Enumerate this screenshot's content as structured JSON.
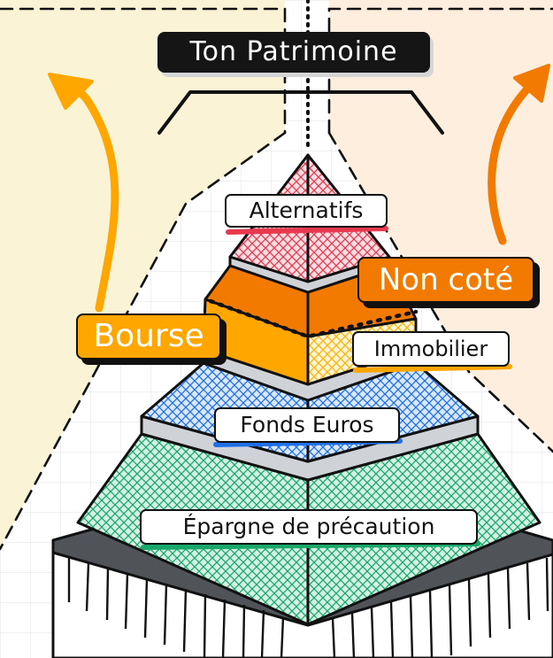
{
  "title": "Ton Patrimoine",
  "levels": {
    "alternatifs": "Alternatifs",
    "non_cote": "Non coté",
    "immobilier": "Immobilier",
    "bourse": "Bourse",
    "fonds_euros": "Fonds Euros",
    "epargne": "Épargne de précaution"
  },
  "colors": {
    "alternatifs": "#e8394f",
    "non_cote": "#f37a00",
    "immobilier": "#ffb300",
    "bourse": "#ffa600",
    "fonds_euros": "#1f6fe8",
    "epargne": "#17a86a",
    "left_panel": "#fbf3d6",
    "right_panel": "#fdeedd"
  }
}
